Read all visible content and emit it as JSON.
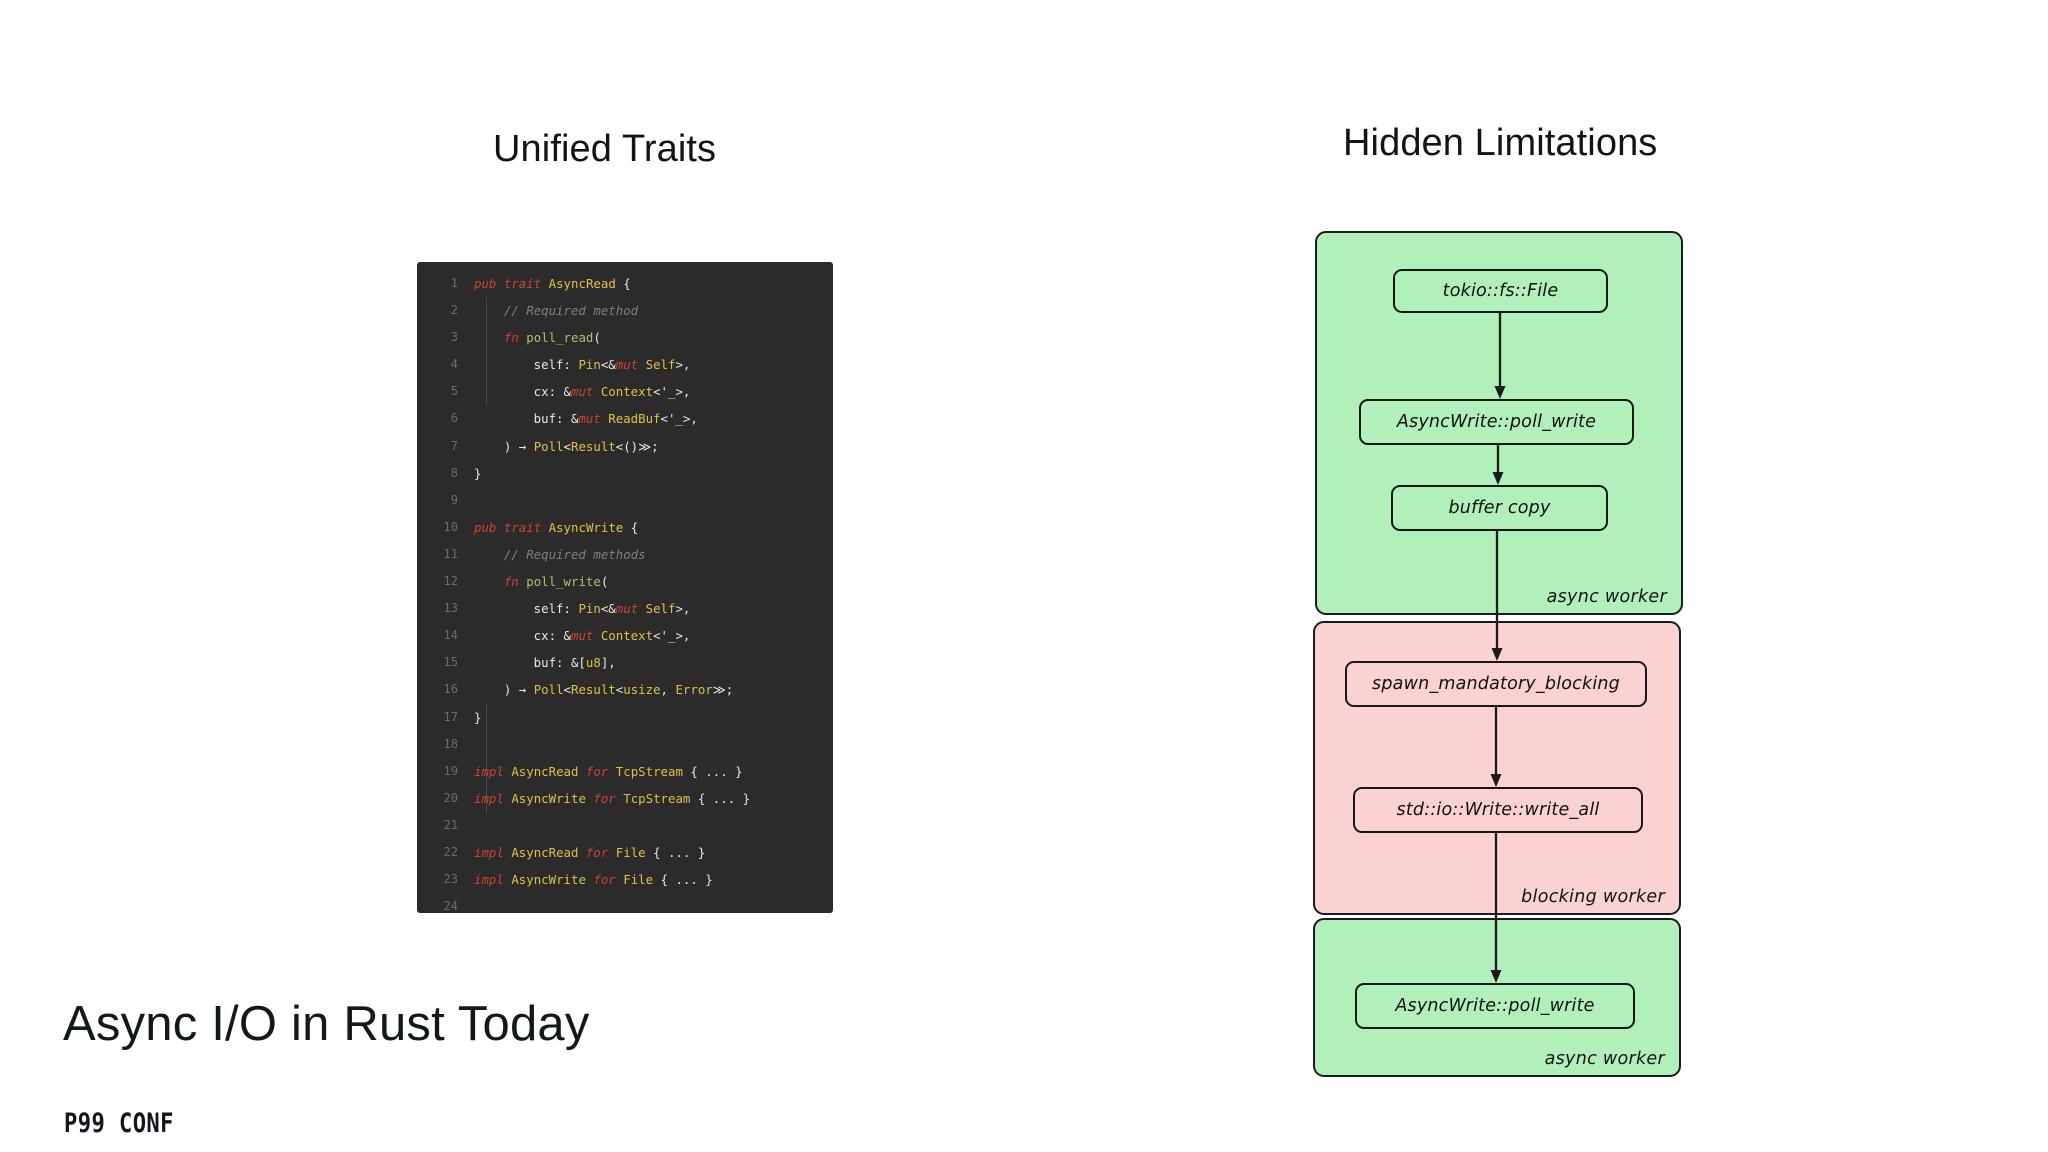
{
  "slide": {
    "title": "Async I/O in Rust Today",
    "brand": "P99 CONF",
    "background_color": "#ffffff"
  },
  "columns": {
    "left_heading": "Unified Traits",
    "right_heading": "Hidden Limitations"
  },
  "code_panel": {
    "language": "rust",
    "background_color": "#2b2b2b",
    "total_lines": 24,
    "colors": {
      "keyword": "#cc4231",
      "type": "#e2c044",
      "function": "#b5bd68",
      "comment": "#7f7f7f",
      "plain": "#e8e8e3",
      "line_number": "#6b6b6b"
    },
    "lines": [
      {
        "n": "1",
        "tokens": [
          {
            "t": "pub",
            "c": "k-kw"
          },
          {
            "t": " ",
            "c": "k-pl"
          },
          {
            "t": "trait",
            "c": "k-kw"
          },
          {
            "t": " ",
            "c": "k-pl"
          },
          {
            "t": "AsyncRead",
            "c": "k-type"
          },
          {
            "t": " {",
            "c": "k-pl"
          }
        ]
      },
      {
        "n": "2",
        "tokens": [
          {
            "t": "    // Required method",
            "c": "k-cm"
          }
        ]
      },
      {
        "n": "3",
        "tokens": [
          {
            "t": "    ",
            "c": "k-pl"
          },
          {
            "t": "fn",
            "c": "k-kw"
          },
          {
            "t": " ",
            "c": "k-pl"
          },
          {
            "t": "poll_read",
            "c": "k-fn"
          },
          {
            "t": "(",
            "c": "k-pl"
          }
        ]
      },
      {
        "n": "4",
        "tokens": [
          {
            "t": "        self: ",
            "c": "k-pl"
          },
          {
            "t": "Pin",
            "c": "k-type"
          },
          {
            "t": "<&",
            "c": "k-pl"
          },
          {
            "t": "mut",
            "c": "k-kw"
          },
          {
            "t": " ",
            "c": "k-pl"
          },
          {
            "t": "Self",
            "c": "k-type"
          },
          {
            "t": ">,",
            "c": "k-pl"
          }
        ]
      },
      {
        "n": "5",
        "tokens": [
          {
            "t": "        cx: &",
            "c": "k-pl"
          },
          {
            "t": "mut",
            "c": "k-kw"
          },
          {
            "t": " ",
            "c": "k-pl"
          },
          {
            "t": "Context",
            "c": "k-type"
          },
          {
            "t": "<'_>,",
            "c": "k-pl"
          }
        ]
      },
      {
        "n": "6",
        "tokens": [
          {
            "t": "        buf: &",
            "c": "k-pl"
          },
          {
            "t": "mut",
            "c": "k-kw"
          },
          {
            "t": " ",
            "c": "k-pl"
          },
          {
            "t": "ReadBuf",
            "c": "k-type"
          },
          {
            "t": "<'_>,",
            "c": "k-pl"
          }
        ]
      },
      {
        "n": "7",
        "tokens": [
          {
            "t": "    ) → ",
            "c": "k-pl"
          },
          {
            "t": "Poll",
            "c": "k-type"
          },
          {
            "t": "<",
            "c": "k-pl"
          },
          {
            "t": "Result",
            "c": "k-type"
          },
          {
            "t": "<()≫;",
            "c": "k-pl"
          }
        ]
      },
      {
        "n": "8",
        "tokens": [
          {
            "t": "}",
            "c": "k-pl"
          }
        ]
      },
      {
        "n": "9",
        "tokens": [
          {
            "t": "",
            "c": "k-pl"
          }
        ]
      },
      {
        "n": "10",
        "tokens": [
          {
            "t": "pub",
            "c": "k-kw"
          },
          {
            "t": " ",
            "c": "k-pl"
          },
          {
            "t": "trait",
            "c": "k-kw"
          },
          {
            "t": " ",
            "c": "k-pl"
          },
          {
            "t": "AsyncWrite",
            "c": "k-type"
          },
          {
            "t": " {",
            "c": "k-pl"
          }
        ]
      },
      {
        "n": "11",
        "tokens": [
          {
            "t": "    // Required methods",
            "c": "k-cm"
          }
        ]
      },
      {
        "n": "12",
        "tokens": [
          {
            "t": "    ",
            "c": "k-pl"
          },
          {
            "t": "fn",
            "c": "k-kw"
          },
          {
            "t": " ",
            "c": "k-pl"
          },
          {
            "t": "poll_write",
            "c": "k-fn"
          },
          {
            "t": "(",
            "c": "k-pl"
          }
        ]
      },
      {
        "n": "13",
        "tokens": [
          {
            "t": "        self: ",
            "c": "k-pl"
          },
          {
            "t": "Pin",
            "c": "k-type"
          },
          {
            "t": "<&",
            "c": "k-pl"
          },
          {
            "t": "mut",
            "c": "k-kw"
          },
          {
            "t": " ",
            "c": "k-pl"
          },
          {
            "t": "Self",
            "c": "k-type"
          },
          {
            "t": ">,",
            "c": "k-pl"
          }
        ]
      },
      {
        "n": "14",
        "tokens": [
          {
            "t": "        cx: &",
            "c": "k-pl"
          },
          {
            "t": "mut",
            "c": "k-kw"
          },
          {
            "t": " ",
            "c": "k-pl"
          },
          {
            "t": "Context",
            "c": "k-type"
          },
          {
            "t": "<'_>,",
            "c": "k-pl"
          }
        ]
      },
      {
        "n": "15",
        "tokens": [
          {
            "t": "        buf: &[",
            "c": "k-pl"
          },
          {
            "t": "u8",
            "c": "k-type"
          },
          {
            "t": "],",
            "c": "k-pl"
          }
        ]
      },
      {
        "n": "16",
        "tokens": [
          {
            "t": "    ) → ",
            "c": "k-pl"
          },
          {
            "t": "Poll",
            "c": "k-type"
          },
          {
            "t": "<",
            "c": "k-pl"
          },
          {
            "t": "Result",
            "c": "k-type"
          },
          {
            "t": "<",
            "c": "k-pl"
          },
          {
            "t": "usize",
            "c": "k-type"
          },
          {
            "t": ", ",
            "c": "k-pl"
          },
          {
            "t": "Error",
            "c": "k-type"
          },
          {
            "t": "≫;",
            "c": "k-pl"
          }
        ]
      },
      {
        "n": "17",
        "tokens": [
          {
            "t": "}",
            "c": "k-pl"
          }
        ]
      },
      {
        "n": "18",
        "tokens": [
          {
            "t": "",
            "c": "k-pl"
          }
        ]
      },
      {
        "n": "19",
        "tokens": [
          {
            "t": "impl",
            "c": "k-kw"
          },
          {
            "t": " ",
            "c": "k-pl"
          },
          {
            "t": "AsyncRead",
            "c": "k-type"
          },
          {
            "t": " ",
            "c": "k-pl"
          },
          {
            "t": "for",
            "c": "k-kw"
          },
          {
            "t": " ",
            "c": "k-pl"
          },
          {
            "t": "TcpStream",
            "c": "k-type"
          },
          {
            "t": " { ... }",
            "c": "k-pl"
          }
        ]
      },
      {
        "n": "20",
        "tokens": [
          {
            "t": "impl",
            "c": "k-kw"
          },
          {
            "t": " ",
            "c": "k-pl"
          },
          {
            "t": "AsyncWrite",
            "c": "k-type"
          },
          {
            "t": " ",
            "c": "k-pl"
          },
          {
            "t": "for",
            "c": "k-kw"
          },
          {
            "t": " ",
            "c": "k-pl"
          },
          {
            "t": "TcpStream",
            "c": "k-type"
          },
          {
            "t": " { ... }",
            "c": "k-pl"
          }
        ]
      },
      {
        "n": "21",
        "tokens": [
          {
            "t": "",
            "c": "k-pl"
          }
        ]
      },
      {
        "n": "22",
        "tokens": [
          {
            "t": "impl",
            "c": "k-kw"
          },
          {
            "t": " ",
            "c": "k-pl"
          },
          {
            "t": "AsyncRead",
            "c": "k-type"
          },
          {
            "t": " ",
            "c": "k-pl"
          },
          {
            "t": "for",
            "c": "k-kw"
          },
          {
            "t": " ",
            "c": "k-pl"
          },
          {
            "t": "File",
            "c": "k-type"
          },
          {
            "t": " { ... }",
            "c": "k-pl"
          }
        ]
      },
      {
        "n": "23",
        "tokens": [
          {
            "t": "impl",
            "c": "k-kw"
          },
          {
            "t": " ",
            "c": "k-pl"
          },
          {
            "t": "AsyncWrite",
            "c": "k-type"
          },
          {
            "t": " ",
            "c": "k-pl"
          },
          {
            "t": "for",
            "c": "k-kw"
          },
          {
            "t": " ",
            "c": "k-pl"
          },
          {
            "t": "File",
            "c": "k-type"
          },
          {
            "t": " { ... }",
            "c": "k-pl"
          }
        ]
      },
      {
        "n": "24",
        "tokens": [
          {
            "t": "",
            "c": "k-pl"
          }
        ]
      }
    ]
  },
  "flow_diagram": {
    "colors": {
      "green_fill": "#b1f0bb",
      "pink_fill": "#fbd2d2",
      "stroke": "#1b1b1b"
    },
    "subgraphs": [
      {
        "id": "async-top",
        "label": "async worker",
        "fill": "green"
      },
      {
        "id": "blocking",
        "label": "blocking worker",
        "fill": "pink"
      },
      {
        "id": "async-bot",
        "label": "async worker",
        "fill": "green"
      }
    ],
    "nodes": [
      {
        "id": "tokio-file",
        "label": "tokio::fs::File",
        "group": "async-top"
      },
      {
        "id": "poll-write-top",
        "label": "AsyncWrite::poll_write",
        "group": "async-top"
      },
      {
        "id": "buffer-copy",
        "label": "buffer copy",
        "group": "async-top"
      },
      {
        "id": "spawn-blocking",
        "label": "spawn_mandatory_blocking",
        "group": "blocking"
      },
      {
        "id": "write-all",
        "label": "std::io::Write::write_all",
        "group": "blocking"
      },
      {
        "id": "poll-write-bot",
        "label": "AsyncWrite::poll_write",
        "group": "async-bot"
      }
    ],
    "edges": [
      {
        "from": "tokio-file",
        "to": "poll-write-top"
      },
      {
        "from": "poll-write-top",
        "to": "buffer-copy"
      },
      {
        "from": "buffer-copy",
        "to": "spawn-blocking"
      },
      {
        "from": "spawn-blocking",
        "to": "write-all"
      },
      {
        "from": "write-all",
        "to": "poll-write-bot"
      }
    ]
  }
}
